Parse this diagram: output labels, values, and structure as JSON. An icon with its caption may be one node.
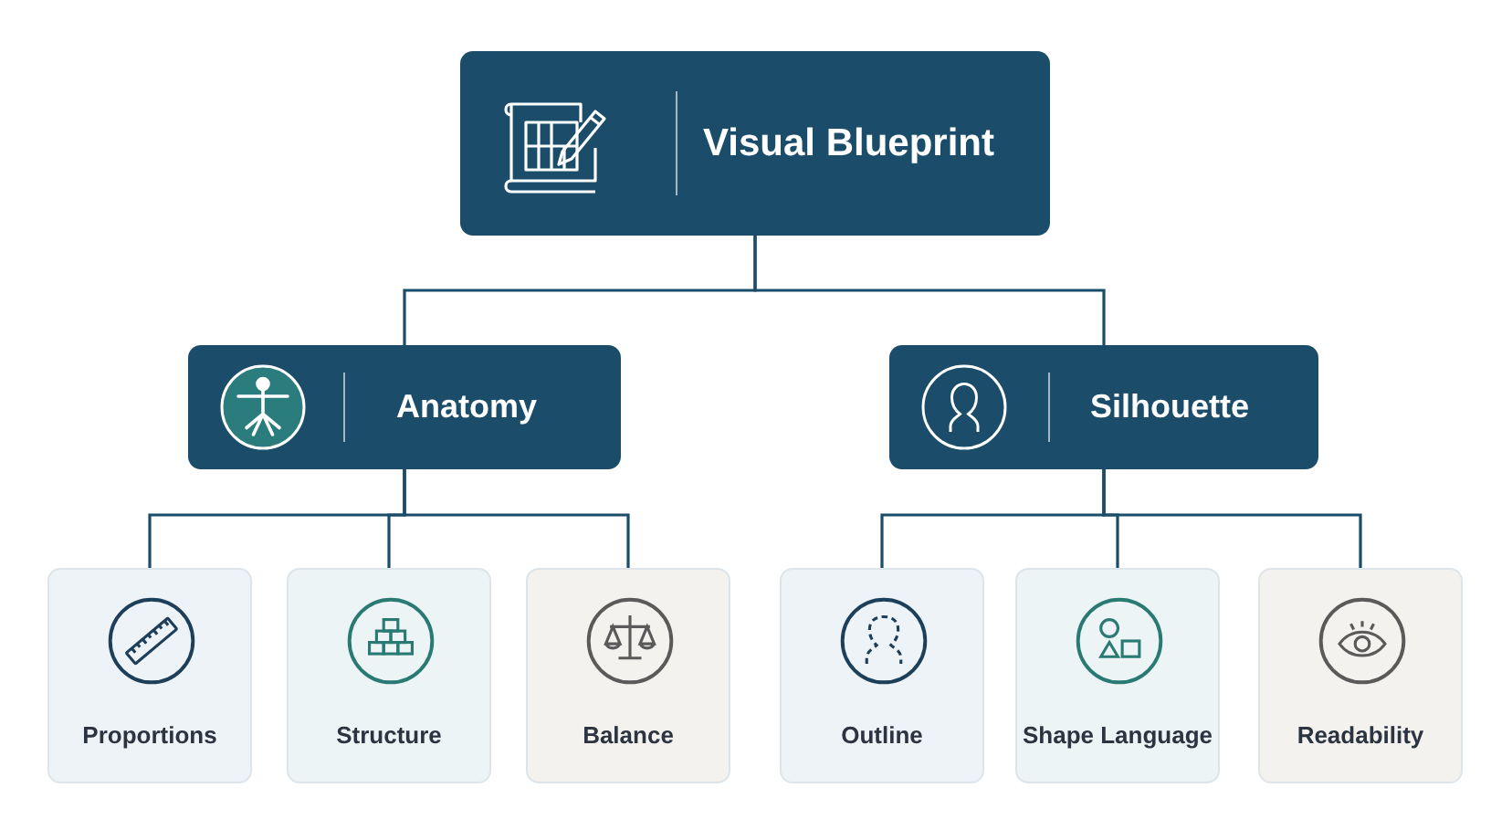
{
  "diagram": {
    "nodes": [
      {
        "text": [
          "Visual Blueprint"
        ]
      },
      {
        "text": [
          "Anatomy"
        ]
      },
      {
        "text": [
          "Silhouette"
        ]
      },
      {
        "text": [
          "Proportions"
        ]
      },
      {
        "text": [
          "Structure"
        ]
      },
      {
        "text": [
          "Balance"
        ]
      },
      {
        "text": [
          "Outline"
        ]
      },
      {
        "text": [
          "Shape Language"
        ]
      },
      {
        "text": [
          "Readability"
        ]
      }
    ],
    "edges": [
      {
        "from": 0,
        "to": 1,
        "arrow": "none"
      },
      {
        "from": 0,
        "to": 2,
        "arrow": "none"
      },
      {
        "from": 1,
        "to": 3,
        "arrow": "none"
      },
      {
        "from": 1,
        "to": 4,
        "arrow": "none"
      },
      {
        "from": 1,
        "to": 5,
        "arrow": "none"
      },
      {
        "from": 2,
        "to": 6,
        "arrow": "none"
      },
      {
        "from": 2,
        "to": 7,
        "arrow": "none"
      },
      {
        "from": 2,
        "to": 8,
        "arrow": "none"
      }
    ]
  }
}
